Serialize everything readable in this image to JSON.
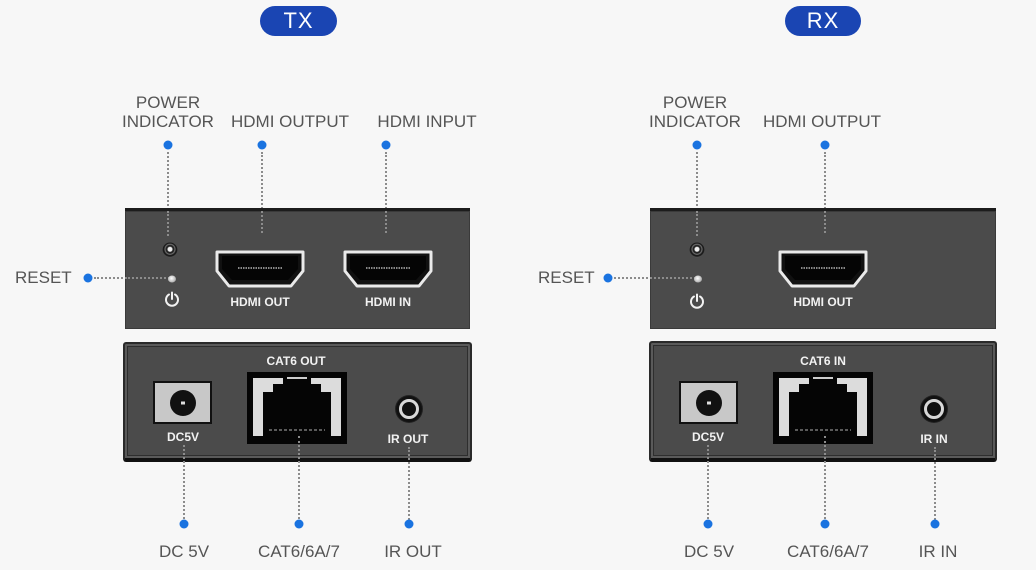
{
  "colors": {
    "badge": "#1a45b3",
    "dot": "#1a73e0",
    "callout_text": "#555555",
    "panel": "#4b4b4b"
  },
  "tx": {
    "badge": "TX",
    "callouts": {
      "power_indicator": "POWER\nINDICATOR",
      "hdmi_output": "HDMI OUTPUT",
      "hdmi_input": "HDMI INPUT",
      "reset": "RESET",
      "dc": "DC 5V",
      "cable": "CAT6/6A/7",
      "ir": "IR OUT"
    },
    "panel_labels": {
      "hdmi_out": "HDMI OUT",
      "hdmi_in": "HDMI IN",
      "cat6": "CAT6 OUT",
      "dc": "DC5V",
      "ir": "IR OUT"
    }
  },
  "rx": {
    "badge": "RX",
    "callouts": {
      "power_indicator": "POWER\nINDICATOR",
      "hdmi_output": "HDMI OUTPUT",
      "reset": "RESET",
      "dc": "DC 5V",
      "cable": "CAT6/6A/7",
      "ir": "IR IN"
    },
    "panel_labels": {
      "hdmi_out": "HDMI OUT",
      "cat6": "CAT6 IN",
      "dc": "DC5V",
      "ir": "IR IN"
    }
  }
}
